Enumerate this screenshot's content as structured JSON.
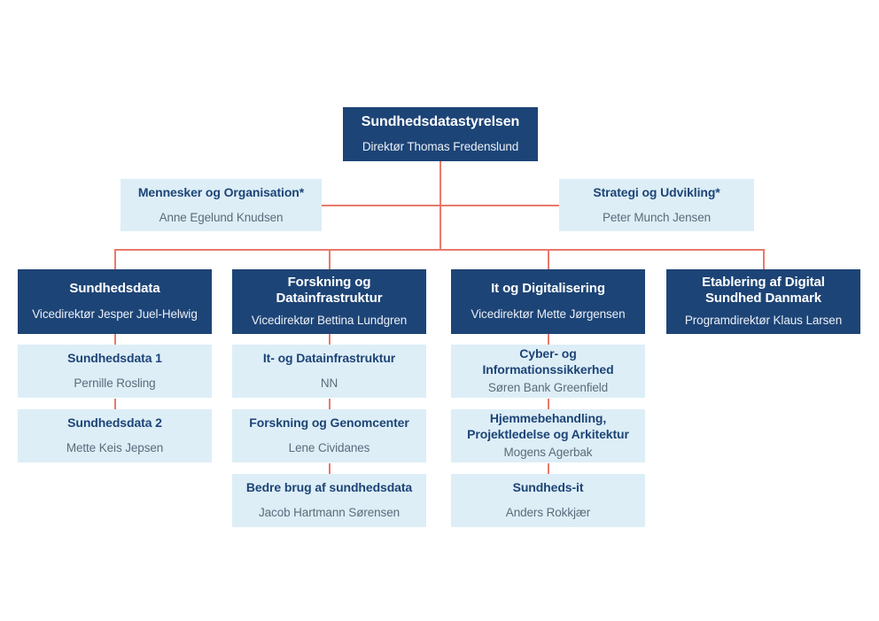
{
  "meta": {
    "colors": {
      "primary_dark_blue": "#1d4476",
      "secondary_light_blue": "#ddeef7",
      "connector_salmon": "#e8796c",
      "background": "#ffffff",
      "dark_box_text": "#ffffff",
      "light_box_title_text": "#1d4476",
      "light_box_person_text": "#5c6b7a"
    }
  },
  "org": {
    "root": {
      "title": "Sundhedsdatastyrelsen",
      "person": "Direktør Thomas Fredenslund"
    },
    "staff": [
      {
        "title": "Mennesker og Organisation*",
        "person": "Anne Egelund Knudsen"
      },
      {
        "title": "Strategi og Udvikling*",
        "person": "Peter Munch Jensen"
      }
    ],
    "divisions": [
      {
        "title": "Sundhedsdata",
        "person": "Vicedirektør Jesper Juel-Helwig",
        "units": [
          {
            "title": "Sundhedsdata 1",
            "person": "Pernille Rosling"
          },
          {
            "title": "Sundhedsdata 2",
            "person": "Mette Keis Jepsen"
          }
        ]
      },
      {
        "title": "Forskning og Datainfrastruktur",
        "title_line1": "Forskning og",
        "title_line2": "Datainfrastruktur",
        "person": "Vicedirektør Bettina Lundgren",
        "units": [
          {
            "title": "It- og Datainfrastruktur",
            "person": "NN"
          },
          {
            "title": "Forskning og Genomcenter",
            "person": "Lene Cividanes"
          },
          {
            "title": "Bedre brug af sundhedsdata",
            "person": "Jacob Hartmann Sørensen"
          }
        ]
      },
      {
        "title": "It og Digitalisering",
        "person": "Vicedirektør Mette Jørgensen",
        "units": [
          {
            "title": "Cyber- og Informationssikkerhed",
            "title_line1": "Cyber- og",
            "title_line2": "Informationssikkerhed",
            "person": "Søren Bank Greenfield"
          },
          {
            "title": "Hjemmebehandling, Projektledelse og Arkitektur",
            "title_line1": "Hjemmebehandling,",
            "title_line2": "Projektledelse og Arkitektur",
            "person": "Mogens Agerbak"
          },
          {
            "title": "Sundheds-it",
            "person": "Anders Rokkjær"
          }
        ]
      },
      {
        "title": "Etablering af Digital Sundhed Danmark",
        "title_line1": "Etablering af Digital",
        "title_line2": "Sundhed Danmark",
        "person": "Programdirektør Klaus Larsen",
        "units": []
      }
    ]
  }
}
